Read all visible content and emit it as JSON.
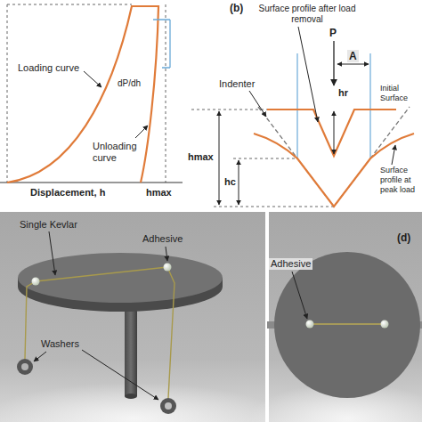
{
  "diagram": {
    "labels": [
      "Loading curve",
      "dP/dh",
      "Unloading curve",
      "Displacement, h",
      "hmax",
      "(b)",
      "Surface profile after load removal",
      "Indenter",
      "P",
      "A",
      "hr",
      "hmax",
      "hc",
      "Initial Surface",
      "Surface profile at peak load",
      "Single Kevlar",
      "Adhesive",
      "Washers",
      "Adhesive",
      "(d)"
    ]
  }
}
